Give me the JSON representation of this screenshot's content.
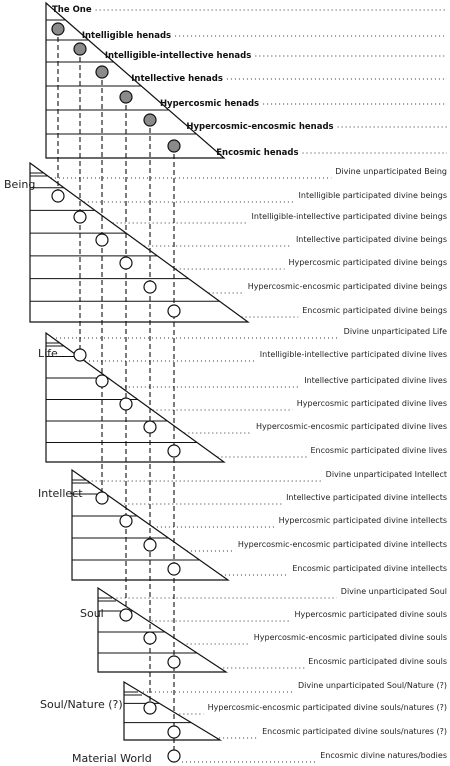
{
  "henads": {
    "title": "The One",
    "rows": [
      "Intelligible henads",
      "Intelligible-intellective henads",
      "Intellective henads",
      "Hypercosmic henads",
      "Hypercosmic-encosmic henads",
      "Encosmic henads"
    ]
  },
  "levels": [
    {
      "label": "Being",
      "rows": [
        "Divine unparticipated Being",
        "Intelligible participated divine beings",
        "Intelligible-intellective participated divine beings",
        "Intellective participated divine beings",
        "Hypercosmic participated divine beings",
        "Hypercosmic-encosmic participated divine beings",
        "Encosmic participated divine beings"
      ]
    },
    {
      "label": "Life",
      "rows": [
        "Divine unparticipated Life",
        "Intelligible-intellective participated divine lives",
        "Intellective participated divine lives",
        "Hypercosmic participated divine lives",
        "Hypercosmic-encosmic participated divine lives",
        "Encosmic participated divine lives"
      ]
    },
    {
      "label": "Intellect",
      "rows": [
        "Divine unparticipated Intellect",
        "Intellective participated divine intellects",
        "Hypercosmic participated divine intellects",
        "Hypercosmic-encosmic participated divine intellects",
        "Encosmic participated divine intellects"
      ]
    },
    {
      "label": "Soul",
      "rows": [
        "Divine unparticipated Soul",
        "Hypercosmic participated divine souls",
        "Hypercosmic-encosmic participated divine souls",
        "Encosmic participated divine souls"
      ]
    },
    {
      "label": "Soul/Nature (?)",
      "rows": [
        "Divine unparticipated Soul/Nature (?)",
        "Hypercosmic-encosmic participated divine souls/natures (?)",
        "Encosmic participated divine souls/natures (?)"
      ]
    },
    {
      "label": "Material World",
      "rows": [
        "Encosmic divine natures/bodies"
      ]
    }
  ],
  "colors": {
    "henad_fill": "#8a8a8a",
    "line": "#111111"
  }
}
